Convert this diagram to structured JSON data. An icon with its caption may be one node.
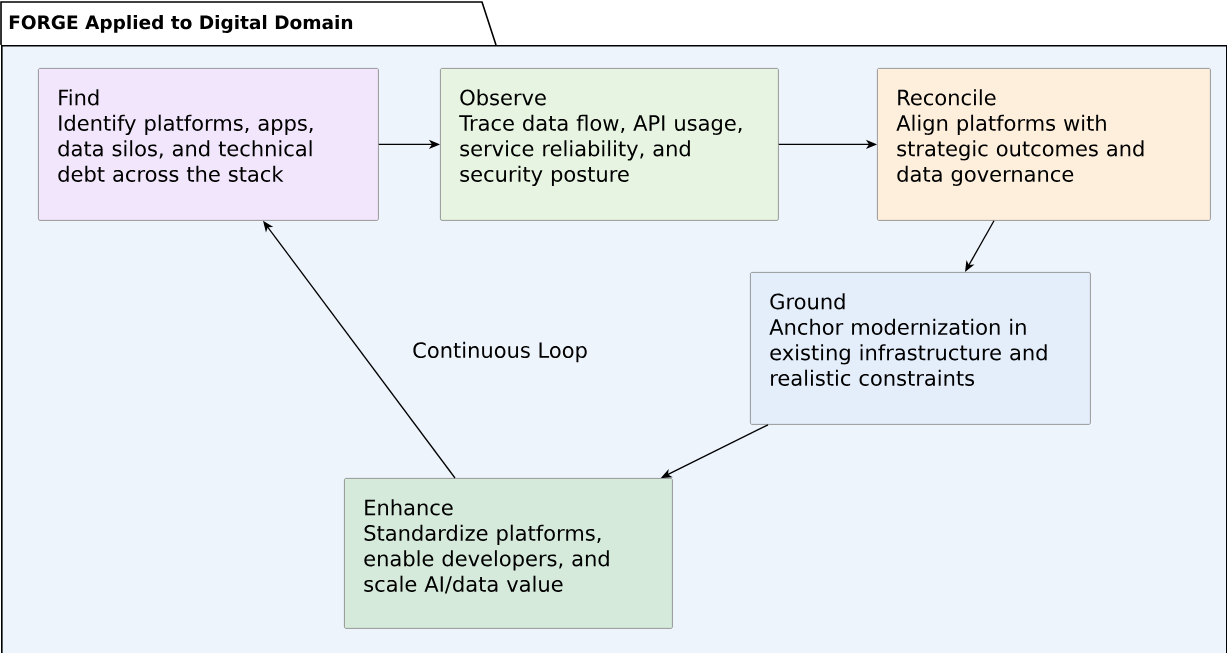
{
  "diagram": {
    "nodes": [
      {
        "text": [
          "FORGE Applied to Digital Domain"
        ]
      },
      {
        "text": [
          "Find",
          "Identify platforms, apps, data silos, and technical debt across the stack"
        ],
        "in": 0
      },
      {
        "text": [
          "Observe",
          "Trace data flow, API usage, service reliability, and security posture"
        ],
        "in": 0
      },
      {
        "text": [
          "Reconcile",
          "Align platforms with strategic outcomes and data governance"
        ],
        "in": 0
      },
      {
        "text": [
          "Ground",
          "Anchor modernization in existing infrastructure and realistic constraints"
        ],
        "in": 0
      },
      {
        "text": [
          "Enhance",
          "Standardize platforms, enable developers, and scale AI/data value"
        ],
        "in": 0
      }
    ],
    "edges": [
      {
        "from": 1,
        "to": 2,
        "arrow": "to"
      },
      {
        "from": 2,
        "to": 3,
        "arrow": "to"
      },
      {
        "from": 3,
        "to": 4,
        "arrow": "to"
      },
      {
        "from": 4,
        "to": 5,
        "arrow": "to"
      },
      {
        "from": 5,
        "to": 1,
        "arrow": "to"
      }
    ],
    "labels": [
      "Continuous Loop"
    ]
  }
}
